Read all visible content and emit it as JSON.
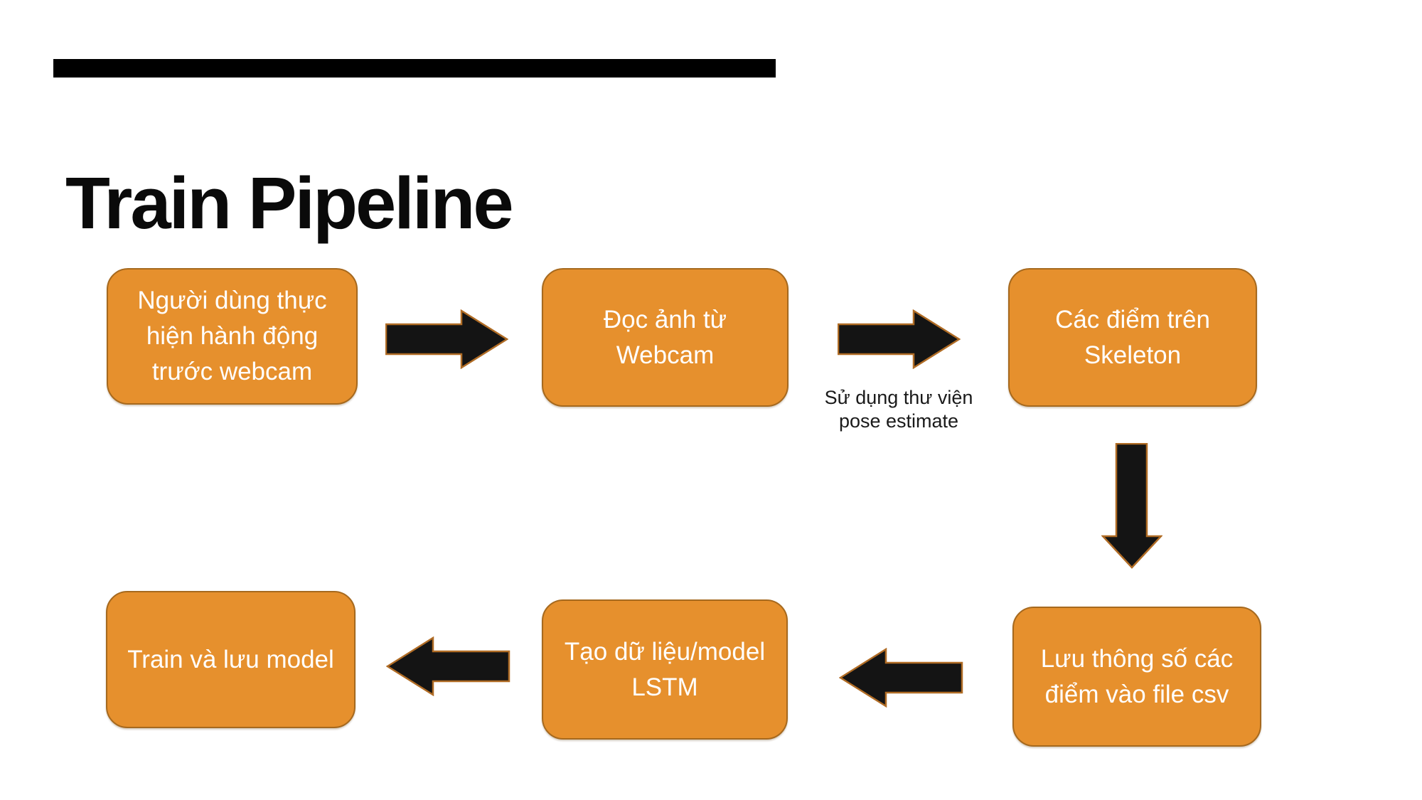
{
  "slide": {
    "title": "Train Pipeline"
  },
  "colors": {
    "box_fill": "#E6902D",
    "box_border": "#A6691E",
    "box_text": "#FFFFFF",
    "arrow_fill": "#141414",
    "arrow_border": "#B06C25",
    "accent_bar": "#000000",
    "background": "#FFFFFF",
    "caption_text": "#1A1A1A"
  },
  "diagram": {
    "nodes": [
      {
        "id": "user-action",
        "label": "Người dùng thực\nhiện hành động\ntrước webcam"
      },
      {
        "id": "read-webcam",
        "label": "Đọc ảnh từ\nWebcam"
      },
      {
        "id": "skeleton-points",
        "label": "Các điểm trên\nSkeleton"
      },
      {
        "id": "save-csv",
        "label": "Lưu thông số các\nđiểm vào file csv"
      },
      {
        "id": "create-lstm",
        "label": "Tạo dữ liệu/model\nLSTM"
      },
      {
        "id": "train-save",
        "label": "Train và lưu model"
      }
    ],
    "caption": "Sử dụng thư viện\npose estimate"
  }
}
